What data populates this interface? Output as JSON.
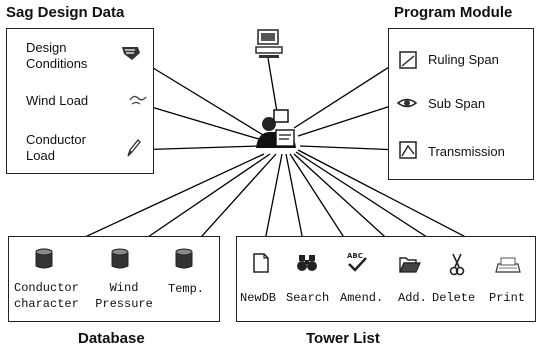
{
  "sag_design_data": {
    "title": "Sag Design Data",
    "items": [
      {
        "label_line1": "Design",
        "label_line2": "Conditions",
        "icon": "design-conditions-icon"
      },
      {
        "label_line1": "Wind Load",
        "label_line2": "",
        "icon": "wind-icon"
      },
      {
        "label_line1": "Conductor",
        "label_line2": "Load",
        "icon": "pencil-icon"
      }
    ]
  },
  "program_module": {
    "title": "Program Module",
    "items": [
      {
        "label": "Ruling Span",
        "icon": "ruling-span-icon"
      },
      {
        "label": "Sub Span",
        "icon": "sub-span-icon"
      },
      {
        "label": "Transmission",
        "icon": "transmission-icon"
      }
    ]
  },
  "database": {
    "title": "Database",
    "items": [
      {
        "label_line1": "Conductor",
        "label_line2": "character",
        "icon": "database-cylinder-icon"
      },
      {
        "label_line1": "Wind",
        "label_line2": "Pressure",
        "icon": "database-cylinder-icon"
      },
      {
        "label_line1": "Temp.",
        "label_line2": "",
        "icon": "database-cylinder-icon"
      }
    ]
  },
  "tower_list": {
    "title": "Tower List",
    "items": [
      {
        "label": "NewDB",
        "icon": "document-icon"
      },
      {
        "label": "Search",
        "icon": "binoculars-icon"
      },
      {
        "label": "Amend.",
        "icon": "spellcheck-icon"
      },
      {
        "label": "Add.",
        "icon": "folder-open-icon"
      },
      {
        "label": "Delete",
        "icon": "scissors-icon"
      },
      {
        "label": "Print",
        "icon": "printer-icon"
      }
    ]
  },
  "center_hub": {
    "icon": "user-hub-icon"
  },
  "top_computer": {
    "icon": "computer-icon"
  }
}
